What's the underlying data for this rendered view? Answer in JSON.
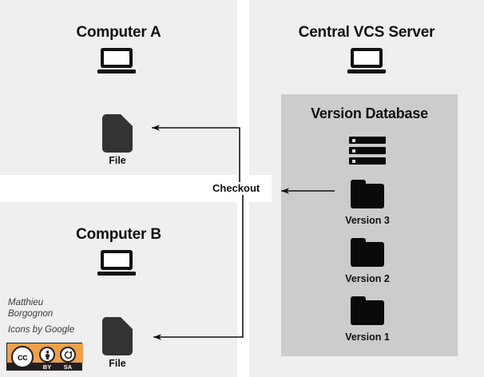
{
  "diagram": {
    "title_computer_a": "Computer A",
    "title_computer_b": "Computer B",
    "title_server": "Central VCS Server",
    "title_version_db": "Version Database",
    "file_caption_a": "File",
    "file_caption_b": "File",
    "checkout_label": "Checkout",
    "versions": [
      {
        "label": "Version 3"
      },
      {
        "label": "Version 2"
      },
      {
        "label": "Version 1"
      }
    ],
    "icons": {
      "laptop_a": "laptop-icon",
      "laptop_b": "laptop-icon",
      "laptop_server": "laptop-icon",
      "storage": "database-stack-icon",
      "file_a": "file-icon",
      "file_b": "file-icon",
      "folder_v3": "folder-icon",
      "folder_v2": "folder-icon",
      "folder_v1": "folder-icon"
    },
    "colors": {
      "panel_background": "#efefef",
      "version_db_background": "#cccccc",
      "canvas_background": "#ffffff",
      "icon_dark": "#0a0a0a",
      "file_gray": "#333333",
      "text": "#111111",
      "cc_orange": "#eda04a",
      "cc_dark": "#231f20"
    }
  },
  "attribution": {
    "author_line_1": "Matthieu",
    "author_line_2": "Borgognon",
    "icons_credit": "Icons by Google",
    "license": {
      "cc_text": "cc",
      "by_glyph": "\u0001",
      "sa_glyph": "\u0001",
      "by_label": "BY",
      "sa_label": "SA"
    }
  }
}
